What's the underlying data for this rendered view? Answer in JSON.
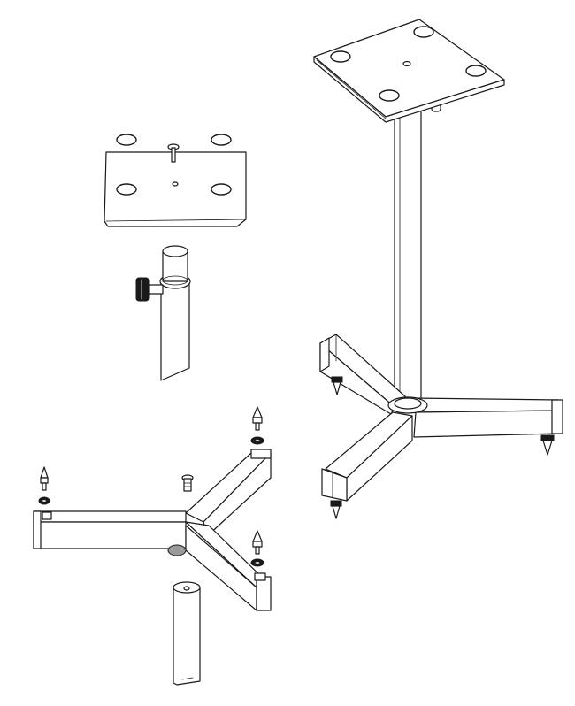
{
  "figure": {
    "type": "exploded assembly illustration",
    "subject": "speaker stand",
    "colors": {
      "line": "#1a1a1a",
      "fill": "#ffffff",
      "shade": "#9a9a9a"
    },
    "parts": [
      {
        "id": "top-plate",
        "feet_pads": 4,
        "screws": 1
      },
      {
        "id": "column-top-with-knob",
        "knobs": 1
      },
      {
        "id": "tripod-base",
        "legs": 3,
        "spikes": 3,
        "washers": 3,
        "center_bolt": 1
      },
      {
        "id": "column-bottom"
      },
      {
        "id": "assembled-stand",
        "spikes": 3
      }
    ]
  }
}
